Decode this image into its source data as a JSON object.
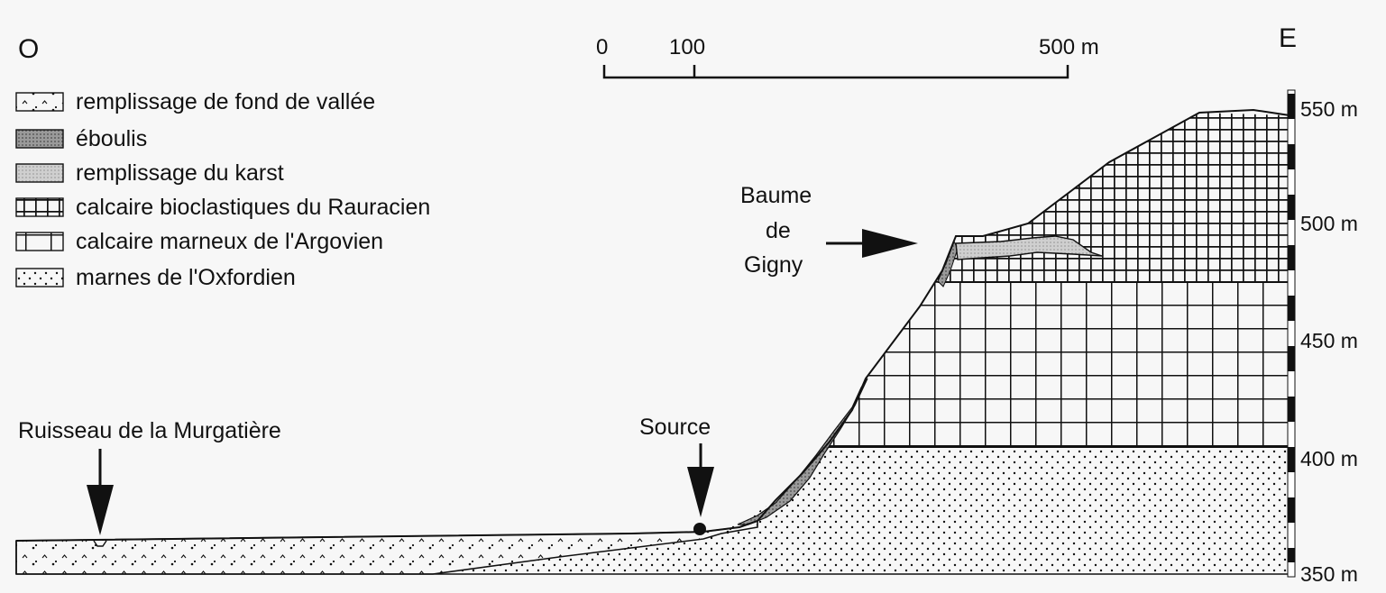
{
  "orientation": {
    "west": "O",
    "east": "E"
  },
  "scale_bar": {
    "ticks": [
      "0",
      "100",
      "500 m"
    ]
  },
  "legend": [
    {
      "label": "remplissage de fond de vallée",
      "pattern": "valley-fill"
    },
    {
      "label": "éboulis",
      "pattern": "scree"
    },
    {
      "label": "remplissage du karst",
      "pattern": "karst-fill"
    },
    {
      "label": "calcaire bioclastiques du Rauracien",
      "pattern": "rauracien"
    },
    {
      "label": "calcaire marneux de l'Argovien",
      "pattern": "argovien"
    },
    {
      "label": "marnes de l'Oxfordien",
      "pattern": "oxfordien"
    }
  ],
  "annotations": {
    "stream": "Ruisseau de la Murgatière",
    "spring": "Source",
    "cave_line1": "Baume",
    "cave_line2": "de",
    "cave_line3": "Gigny"
  },
  "altitude_labels": [
    "550 m",
    "500 m",
    "450 m",
    "400 m",
    "350 m"
  ],
  "colors": {
    "ink": "#111111",
    "paper": "#f7f7f7",
    "scree": "#9a9a9a",
    "karst": "#c8c8c8"
  }
}
